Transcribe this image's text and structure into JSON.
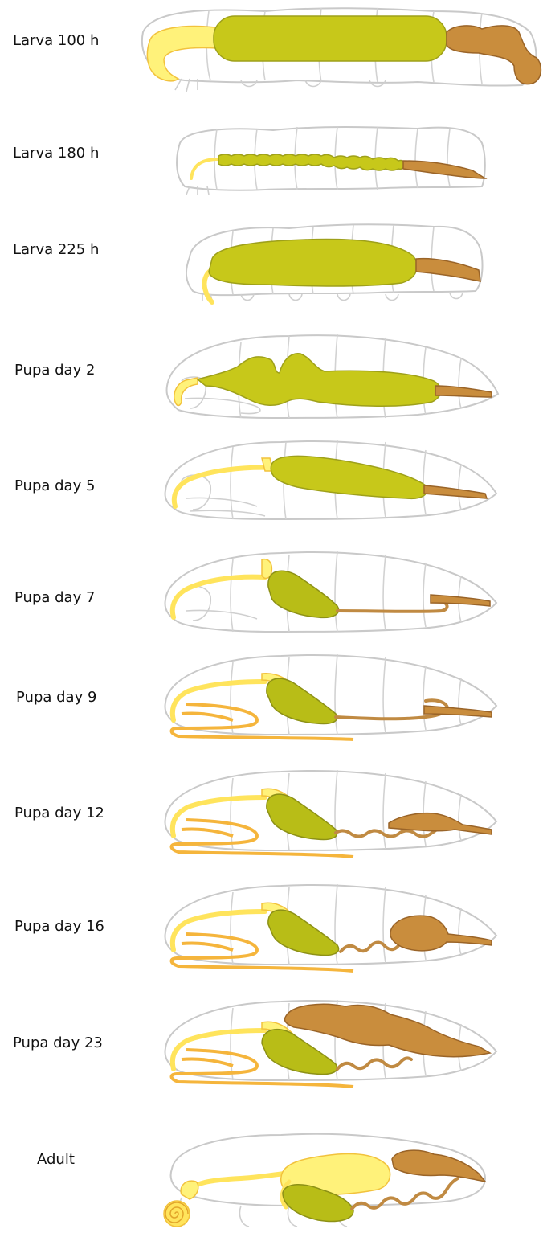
{
  "stages": [
    "Larva 100 h",
    "Larva 180 h",
    "Larva 225 h",
    "Pupa day 2",
    "Pupa day 5",
    "Pupa day 7",
    "Pupa day 9",
    "Pupa day 12",
    "Pupa day 16",
    "Pupa day 23",
    "Adult"
  ],
  "colors": {
    "outline": "#c9c9c9",
    "salivary_duct": "#fff27a",
    "gland_green": "#b8bd17",
    "hindgut_brown": "#c98d3d",
    "background": "#ffffff"
  }
}
